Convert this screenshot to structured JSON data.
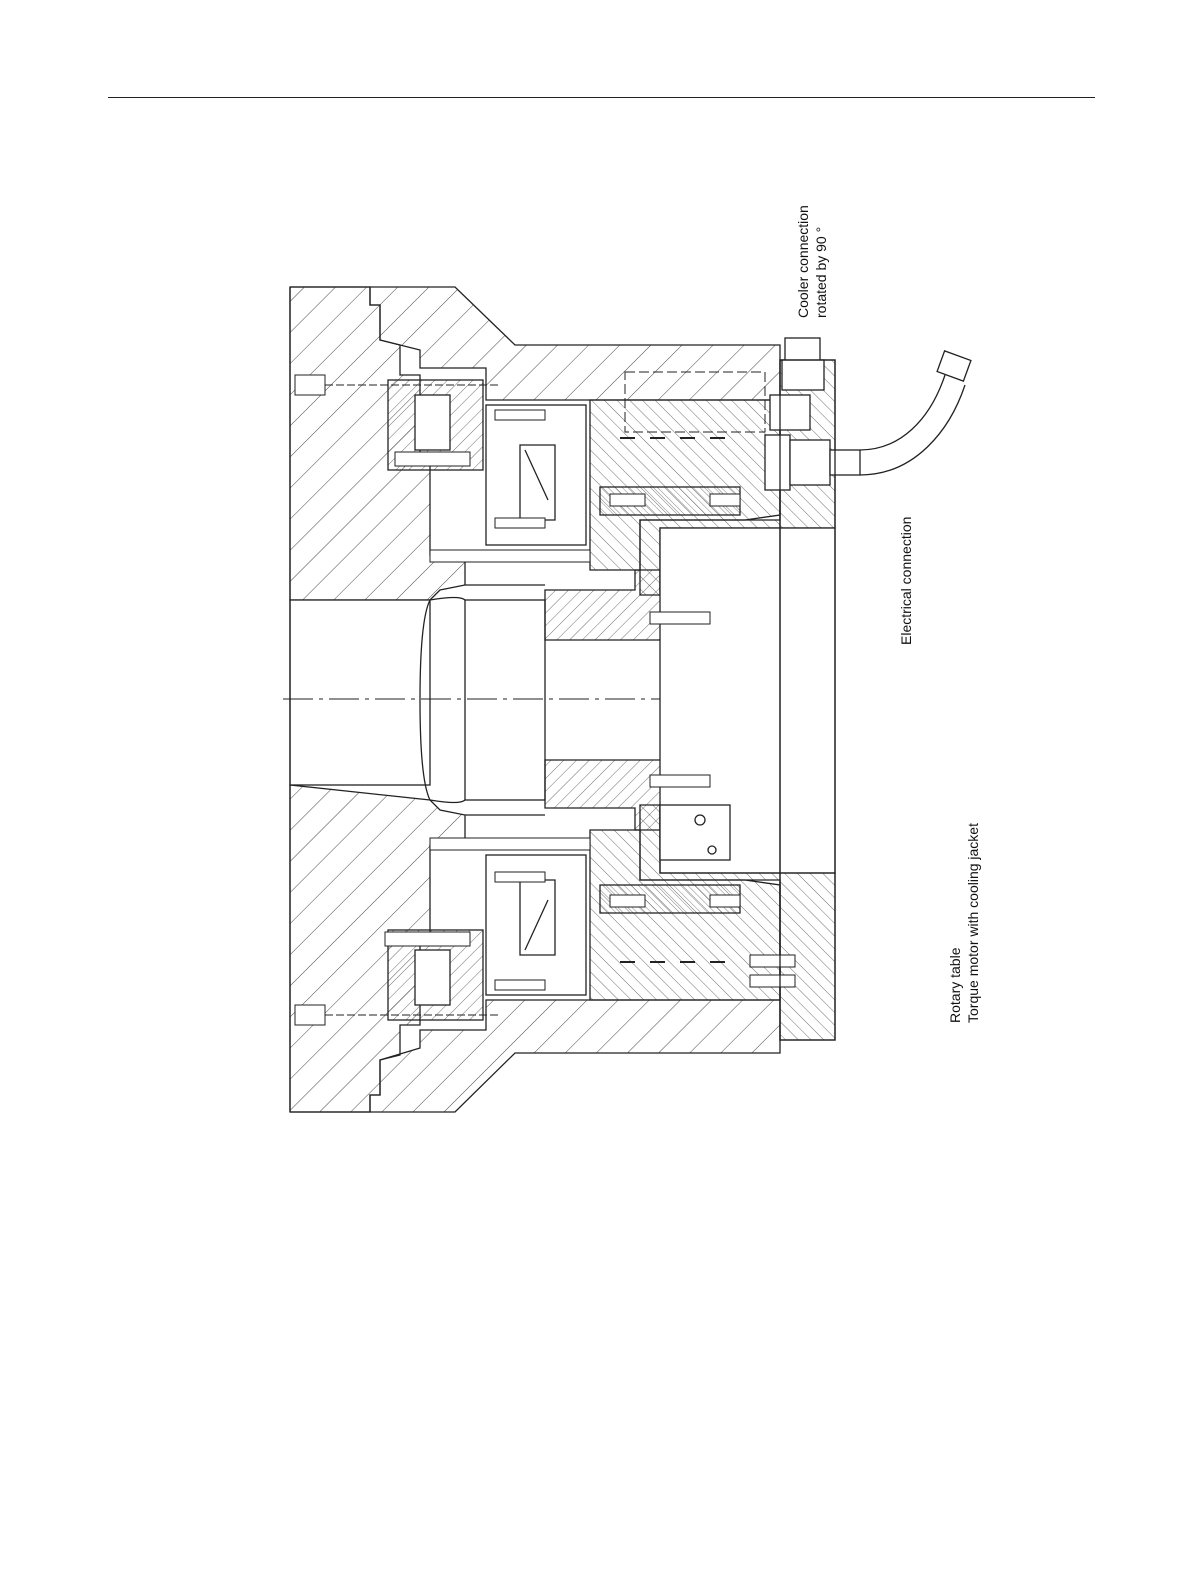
{
  "figure": {
    "cooler_label_line1": "Cooler connection",
    "cooler_label_line2": "rotated by 90 °",
    "electrical_label": "Electrical connection",
    "caption_line1": "Rotary table",
    "caption_line2": "Torque motor with cooling jacket"
  }
}
